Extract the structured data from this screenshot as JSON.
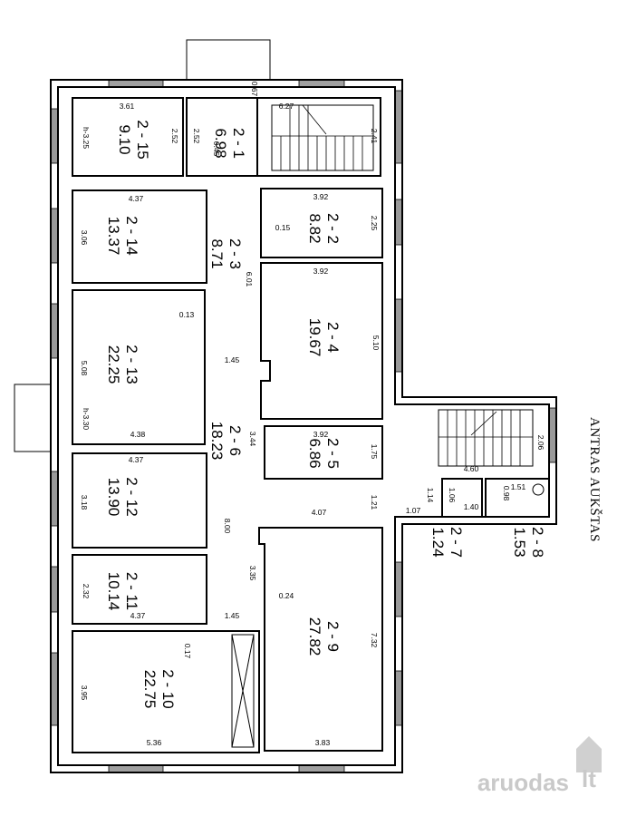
{
  "plan": {
    "title": "ANTRAS AUKŠTAS",
    "rooms": [
      {
        "id": "2 - 15",
        "area": "9.10"
      },
      {
        "id": "2 - 1",
        "area": "6.98"
      },
      {
        "id": "2 - 14",
        "area": "13.37"
      },
      {
        "id": "2 - 3",
        "area": "8.71"
      },
      {
        "id": "2 - 2",
        "area": "8.82"
      },
      {
        "id": "2 - 4",
        "area": "19.67"
      },
      {
        "id": "2 - 13",
        "area": "22.25"
      },
      {
        "id": "2 - 6",
        "area": "18.23"
      },
      {
        "id": "2 - 5",
        "area": "6.86"
      },
      {
        "id": "2 - 12",
        "area": "13.90"
      },
      {
        "id": "2 - 7",
        "area": "1.24"
      },
      {
        "id": "2 - 8",
        "area": "1.53"
      },
      {
        "id": "2 - 11",
        "area": "10.14"
      },
      {
        "id": "2 - 9",
        "area": "27.82"
      },
      {
        "id": "2 - 10",
        "area": "22.75"
      }
    ],
    "dimensions": [
      "3.61",
      "2.52",
      "h-3.25",
      "2.52",
      "0.45",
      "6.27",
      "0.67",
      "2.41",
      "4.37",
      "3.92",
      "3.06",
      "0.15",
      "2.25",
      "6.01",
      "3.92",
      "0.13",
      "5.08",
      "1.45",
      "5.10",
      "h-3.30",
      "4.38",
      "3.44",
      "3.92",
      "4.37",
      "1.75",
      "2.06",
      "4.60",
      "3.18",
      "1.21",
      "1.51",
      "0.98",
      "1.14",
      "1.06",
      "4.07",
      "1.07",
      "1.40",
      "8.00",
      "3.35",
      "2.32",
      "0.24",
      "4.37",
      "1.45",
      "0.17",
      "7.32",
      "3.95",
      "5.36",
      "3.83"
    ]
  },
  "watermark": {
    "brand": "aruodas",
    "tld": "lt"
  }
}
